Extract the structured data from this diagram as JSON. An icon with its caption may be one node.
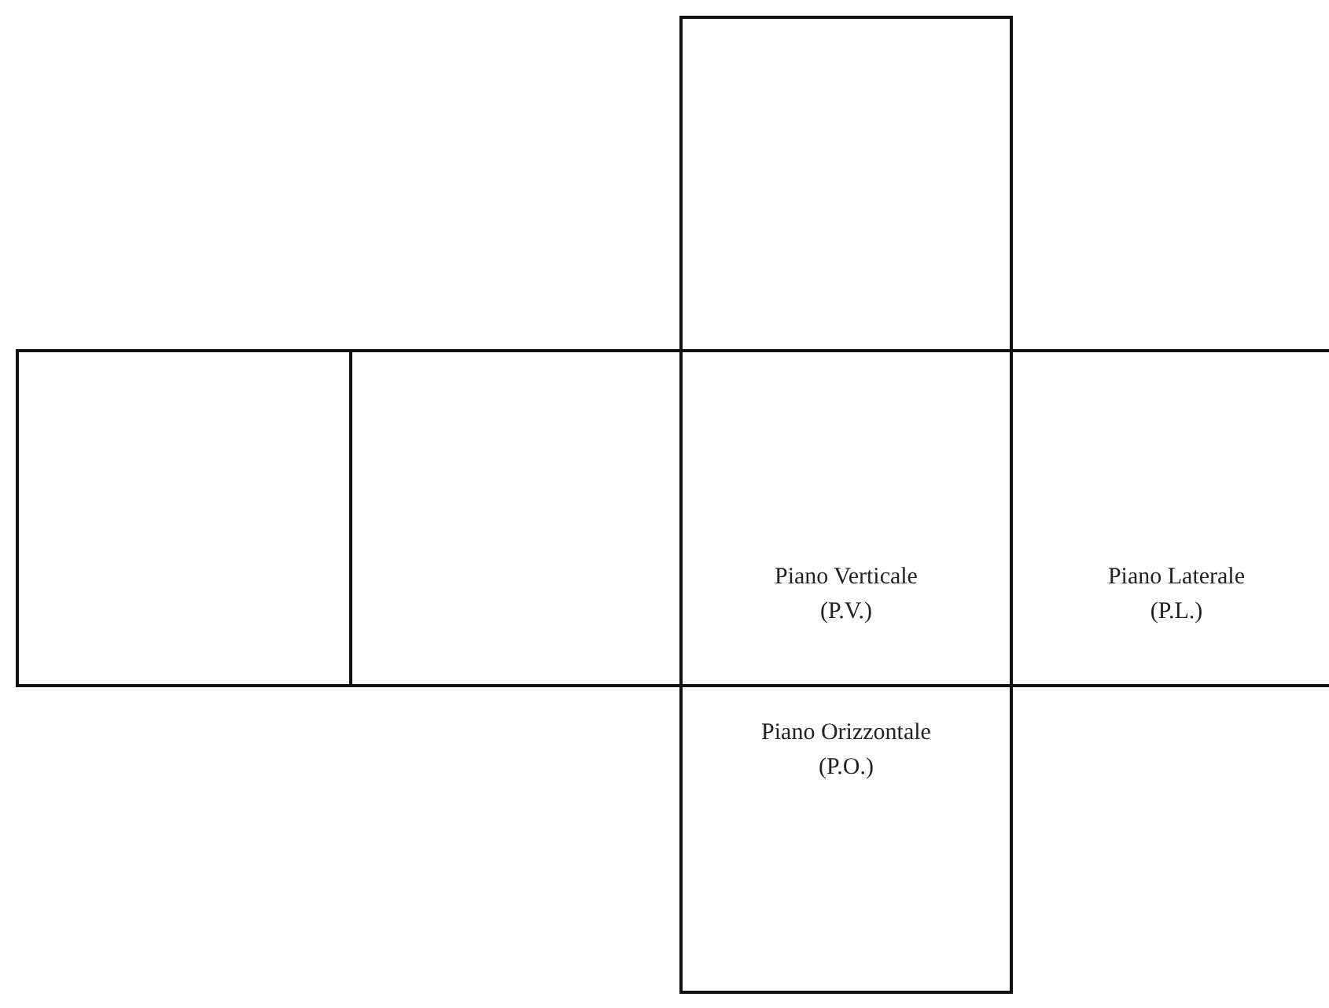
{
  "diagram": {
    "nodes": [
      {
        "text": [],
        "shape": "box"
      },
      {
        "text": [],
        "shape": "box"
      },
      {
        "text": [],
        "shape": "box"
      },
      {
        "text": [
          "Piano Verticale (P.V.)"
        ]
      },
      {
        "text": [
          "Piano Laterale (P.L.)"
        ]
      },
      {
        "text": [
          "Piano Orizzontale (P.O.)"
        ]
      }
    ]
  }
}
